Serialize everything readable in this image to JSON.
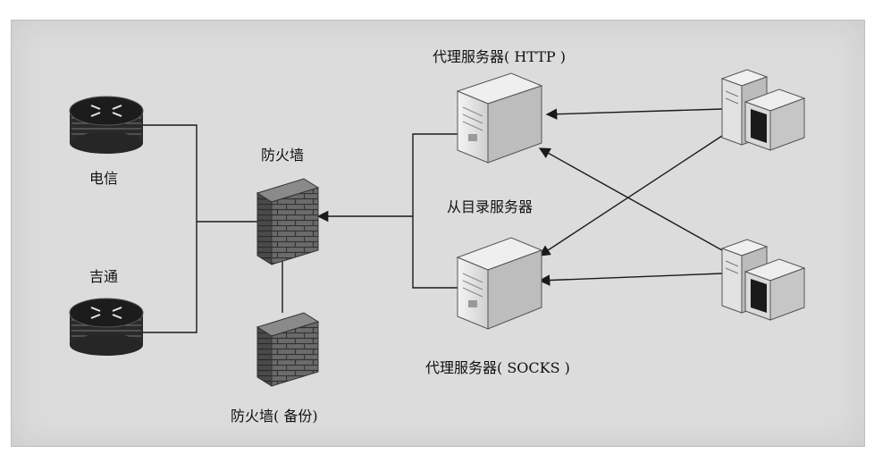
{
  "nodes": {
    "router_top": {
      "label": "电信",
      "icon": "router-icon"
    },
    "router_bottom": {
      "label": "吉通",
      "icon": "router-icon"
    },
    "firewall_main": {
      "label": "防火墙",
      "icon": "firewall-icon"
    },
    "firewall_backup": {
      "label": "防火墙( 备份)",
      "icon": "firewall-icon"
    },
    "proxy_http": {
      "label": "代理服务器( HTTP )",
      "icon": "server-icon"
    },
    "proxy_socks": {
      "label": "代理服务器( SOCKS )",
      "icon": "server-icon"
    },
    "directory_label": {
      "label": "从目录服务器"
    },
    "client_top": {
      "icon": "workstation-icon"
    },
    "client_bottom": {
      "icon": "workstation-icon"
    }
  },
  "colors": {
    "background": "#dcdcdc",
    "line": "#1a1a1a",
    "firewall": "#5a5a5a"
  }
}
